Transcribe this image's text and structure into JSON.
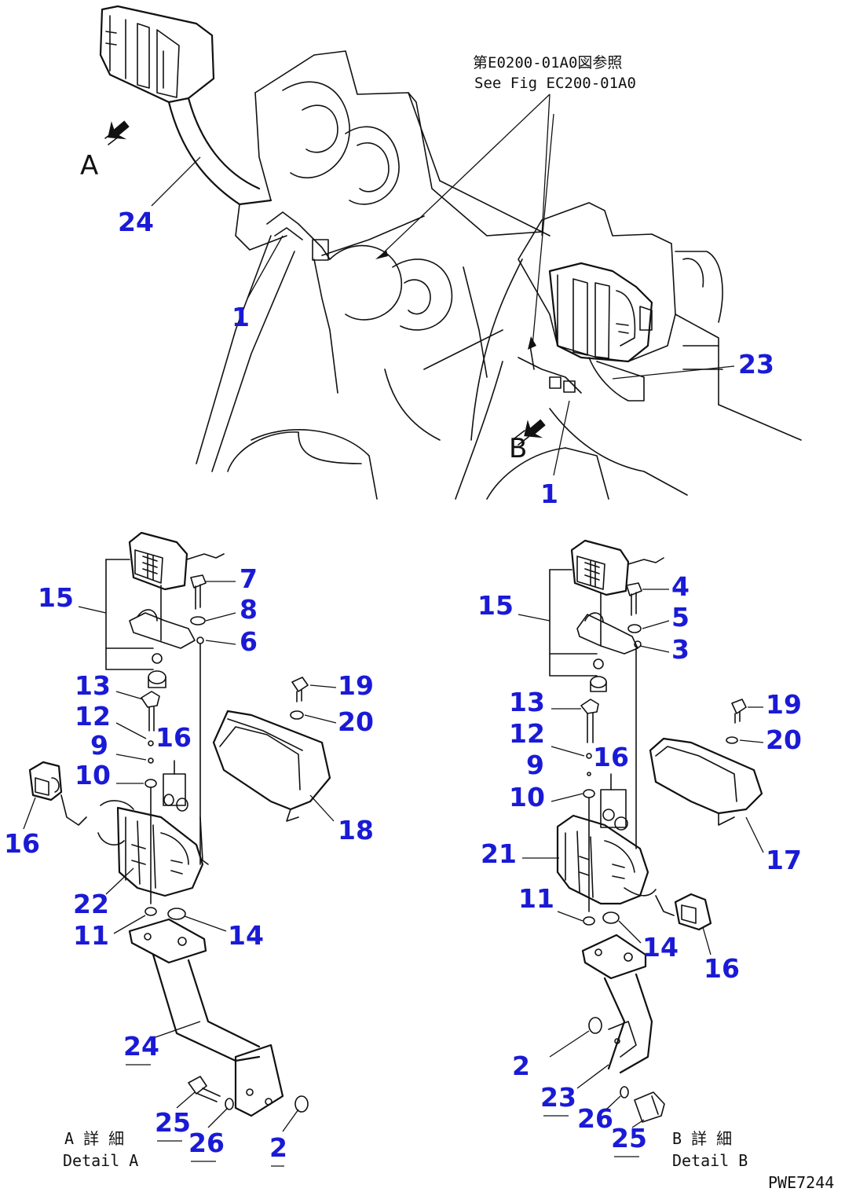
{
  "reference_note": {
    "line1": "第E0200-01A0図参照",
    "line2": "See Fig EC200-01A0"
  },
  "view_letters": {
    "a": "A",
    "b": "B"
  },
  "detail_labels": {
    "a_jp": "A 詳 細",
    "a_en": "Detail A",
    "b_jp": "B 詳 細",
    "b_en": "Detail B"
  },
  "drawing_id": "PWE7244",
  "overview_callouts": [
    "24",
    "1",
    "23",
    "1"
  ],
  "detail_a_callouts": [
    "15",
    "7",
    "8",
    "6",
    "13",
    "12",
    "9",
    "16",
    "10",
    "16",
    "19",
    "20",
    "18",
    "22",
    "11",
    "14",
    "24",
    "25",
    "26",
    "2"
  ],
  "detail_b_callouts": [
    "15",
    "4",
    "5",
    "3",
    "13",
    "12",
    "16",
    "9",
    "10",
    "19",
    "20",
    "21",
    "17",
    "11",
    "14",
    "16",
    "2",
    "23",
    "26",
    "25"
  ],
  "colors": {
    "callout": "#1a1ad6",
    "line": "#111111",
    "background": "#ffffff"
  }
}
